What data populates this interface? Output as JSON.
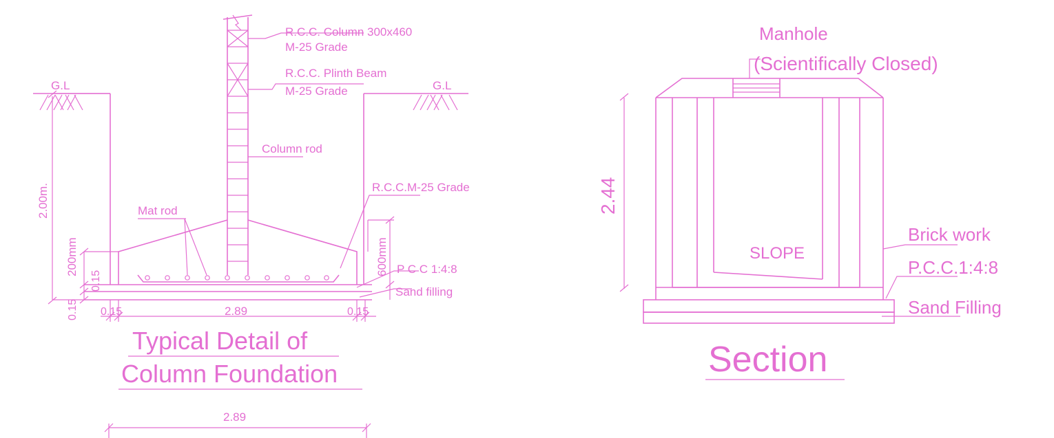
{
  "colors": {
    "line": "#e46fd2",
    "text": "#e46fd2",
    "background": "#ffffff"
  },
  "foundation": {
    "column_label_1": "R.C.C. Column 300x460",
    "column_label_2": "M-25 Grade",
    "plinth_label_1": "R.C.C. Plinth Beam",
    "plinth_label_2": "M-25 Grade",
    "column_rod_label": "Column rod",
    "rcc_label": "R.C.C.M-25 Grade",
    "mat_rod_label": "Mat rod",
    "pcc_label": "P C C 1:4:8",
    "sand_label": "Sand filling",
    "gl_left": "G.L",
    "gl_right": "G.L",
    "dim_depth": "2.00m.",
    "dim_200": "200mm",
    "dim_600": "600mm",
    "dim_015_a": "0.15",
    "dim_015_b": "0.15",
    "dim_015_left": "0.15",
    "dim_015_right": "0.15",
    "dim_width": "2.89",
    "dim_width_bottom": "2.89",
    "title_line_1": "Typical Detail of",
    "title_line_2": "Column Foundation"
  },
  "section": {
    "manhole_label_1": "Manhole",
    "manhole_label_2": "(Scientifically Closed)",
    "dim_height": "2.44",
    "slope_label": "SLOPE",
    "brick_label": "Brick work",
    "pcc_label": "P.C.C.1:4:8",
    "sand_label": "Sand Filling",
    "title": "Section"
  }
}
